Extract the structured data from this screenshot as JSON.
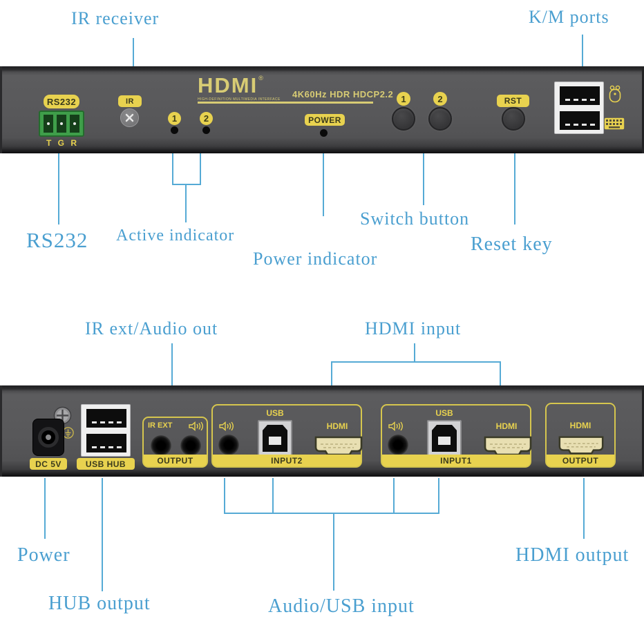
{
  "front_callouts": {
    "ir_receiver": "IR receiver",
    "km_ports": "K/M ports",
    "rs232": "RS232",
    "active_indicator": "Active indicator",
    "power_indicator": "Power indicator",
    "switch_button": "Switch button",
    "reset_key": "Reset key"
  },
  "front_panel": {
    "rs232_label": "RS232",
    "terminal_pins": "T  G  R",
    "ir_label": "IR",
    "hdmi_logo": "HDMI",
    "hdmi_reg": "®",
    "hdmi_tagline": "HIGH-DEFINITION MULTIMEDIA INTERFACE",
    "hdmi_specs": "4K60Hz  HDR HDCP2.2",
    "power_label": "POWER",
    "indicator_1": "1",
    "indicator_2": "2",
    "button_1": "1",
    "button_2": "2",
    "rst_label": "RST"
  },
  "rear_callouts": {
    "ir_ext_audio_out": "IR ext/Audio out",
    "hdmi_input": "HDMI input",
    "power": "Power",
    "hub_output": "HUB output",
    "audio_usb_input": "Audio/USB input",
    "hdmi_output": "HDMI output"
  },
  "rear_panel": {
    "dc_label": "DC 5V",
    "usb_hub_label": "USB HUB",
    "output_group": {
      "ir_ext": "IR EXT",
      "name": "OUTPUT"
    },
    "input2_group": {
      "usb": "USB",
      "hdmi": "HDMI",
      "name": "INPUT2"
    },
    "input1_group": {
      "usb": "USB",
      "hdmi": "HDMI",
      "name": "INPUT1"
    },
    "hdmi_out_group": {
      "hdmi": "HDMI",
      "name": "OUTPUT"
    }
  },
  "colors": {
    "callout_blue": "#4a9fd0",
    "line_blue": "#55aad5",
    "panel_gray": "#58585a",
    "label_yellow": "#e8d24f",
    "logo_khaki": "#d8cc74",
    "terminal_green": "#3f9e4a"
  }
}
